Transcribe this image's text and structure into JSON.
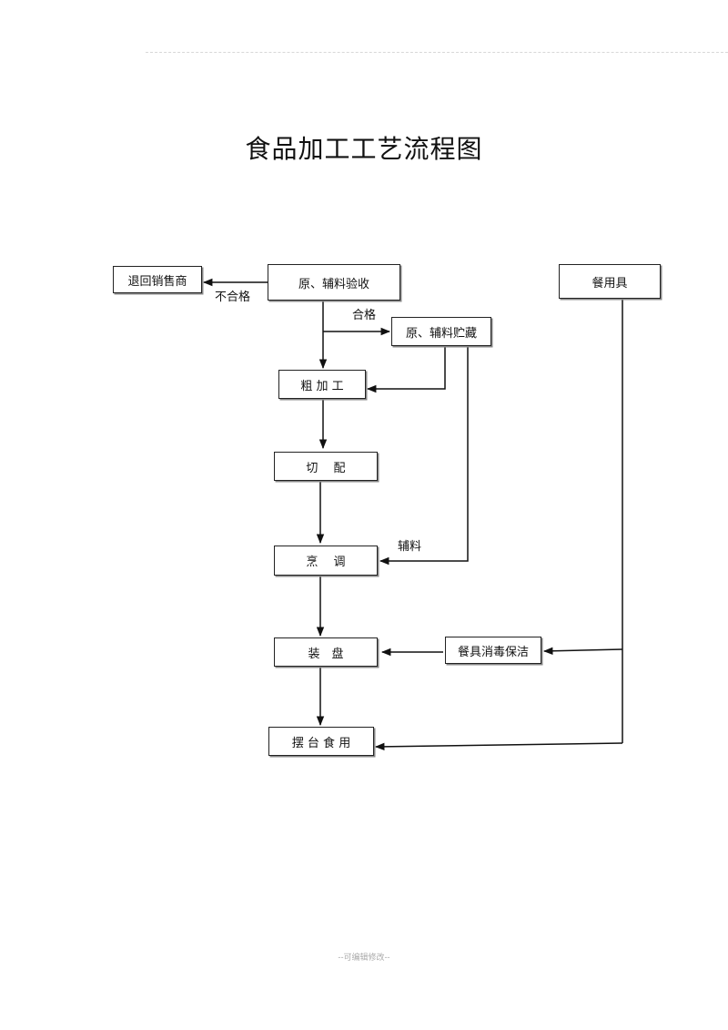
{
  "title": "食品加工工艺流程图",
  "nodes": {
    "return_supplier": "退回销售商",
    "receiving": "原、辅料验收",
    "storage": "原、辅料贮藏",
    "rough_processing": "粗 加 工",
    "cutting": "切　 配",
    "cooking": "烹　 调",
    "plating": "装　盘",
    "serving": "摆 台 食 用",
    "tableware": "餐用具",
    "tableware_clean": "餐具消毒保洁"
  },
  "edge_labels": {
    "unqualified": "不合格",
    "qualified": "合格",
    "auxiliary": "辅料"
  },
  "footer": "--可编辑修改--"
}
